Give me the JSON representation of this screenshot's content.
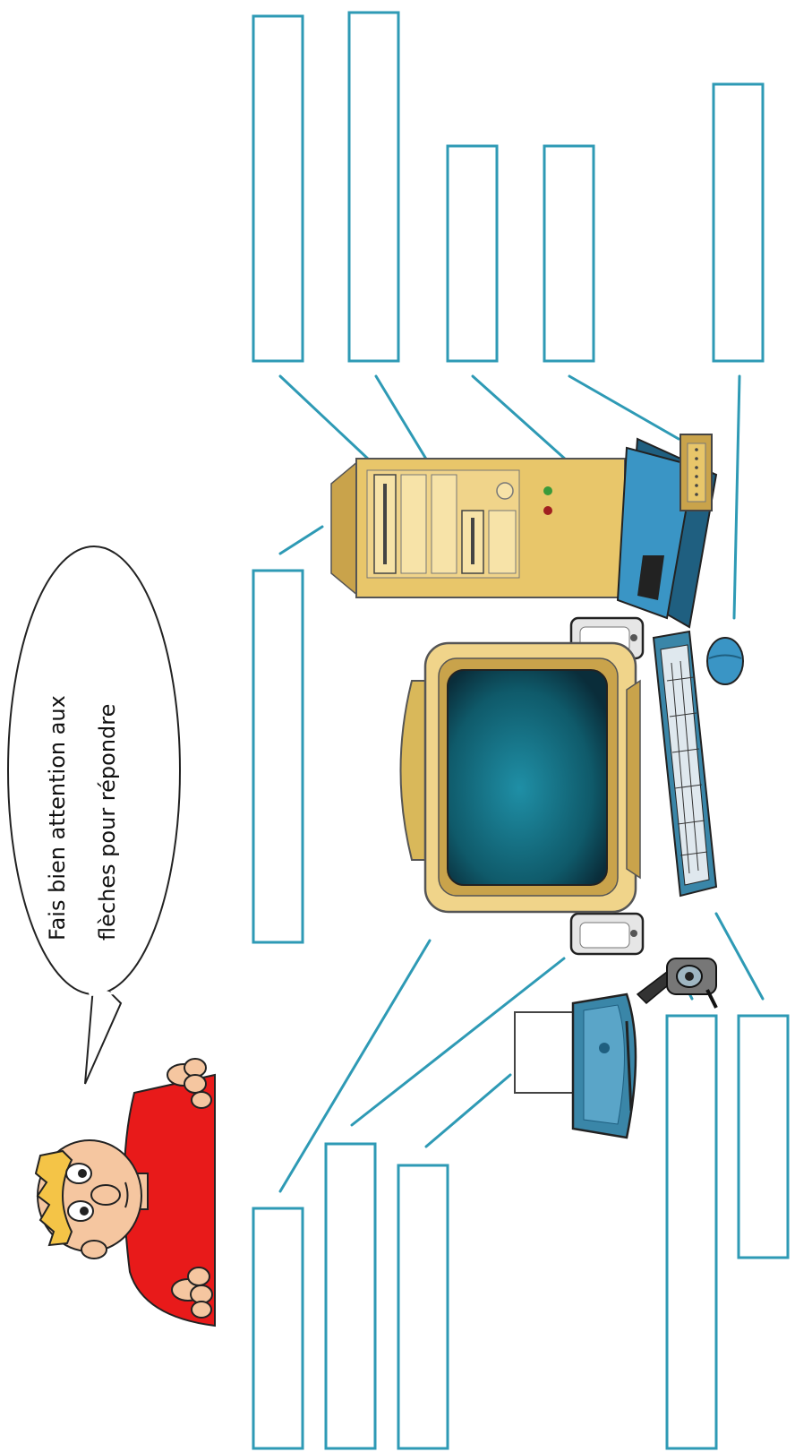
{
  "speech_bubble": {
    "line1": "Fais bien attention aux",
    "line2": "flèches pour répondre"
  },
  "answer_boxes": [
    "box-top-1",
    "box-top-2",
    "box-top-3",
    "box-top-4",
    "box-top-5",
    "box-left-middle",
    "box-bottom-1",
    "box-bottom-2",
    "box-bottom-3",
    "box-bottom-4",
    "box-bottom-5"
  ],
  "colors": {
    "box_stroke": "#2e9ab5",
    "case_yellow": "#e8c66a",
    "screen_teal": "#0f5a6a",
    "printer_blue": "#3a86a8",
    "shirt_red": "#e81a1a"
  },
  "illustrations": [
    "boy-character",
    "speech-bubble",
    "computer-tower",
    "crt-monitor",
    "keyboard",
    "mouse",
    "speakers",
    "webcam",
    "printer",
    "scanner",
    "modem"
  ]
}
